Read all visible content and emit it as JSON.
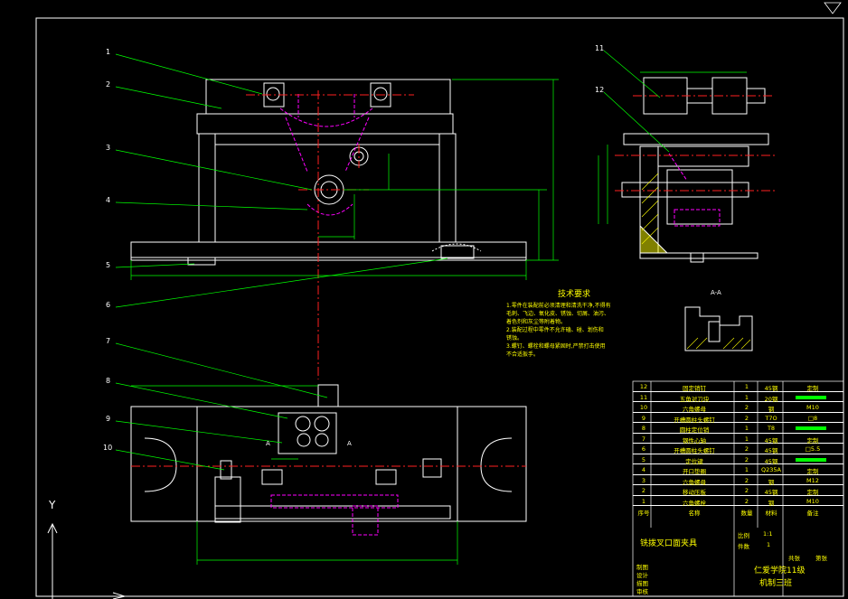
{
  "title_block": {
    "drawing_name": "铣拨叉口面夹具",
    "scale_label": "比例",
    "scale_value": "1:1",
    "quantity_label": "件数",
    "quantity_value": "1",
    "sheet_label": "共张",
    "sheet2_label": "第张",
    "school": "仁爱学院11级",
    "school2": "机制三班",
    "rows_left": [
      "制图",
      "设计",
      "描图",
      "审核"
    ],
    "part_table_header": [
      "序号",
      "名称",
      "数量",
      "材料",
      "备注"
    ]
  },
  "parts": [
    {
      "no": "12",
      "name": "固定销钉",
      "qty": "1",
      "mat": "45钢",
      "note": "定制"
    },
    {
      "no": "11",
      "name": "五角对刀块",
      "qty": "1",
      "mat": "20钢",
      "note": ""
    },
    {
      "no": "10",
      "name": "六角螺母",
      "qty": "2",
      "mat": "钢",
      "note": "M10"
    },
    {
      "no": "9",
      "name": "开槽圆柱头螺钉",
      "qty": "2",
      "mat": "T7O",
      "note": "□8"
    },
    {
      "no": "8",
      "name": "圆柱定位销",
      "qty": "1",
      "mat": "T8",
      "note": ""
    },
    {
      "no": "7",
      "name": "钢性心轴",
      "qty": "1",
      "mat": "45钢",
      "note": "定制"
    },
    {
      "no": "6",
      "name": "开槽圆柱头螺钉",
      "qty": "2",
      "mat": "45钢",
      "note": "□5.5"
    },
    {
      "no": "5",
      "name": "定位键",
      "qty": "2",
      "mat": "45钢",
      "note": ""
    },
    {
      "no": "4",
      "name": "开口垫圈",
      "qty": "1",
      "mat": "Q235A",
      "note": "定制"
    },
    {
      "no": "3",
      "name": "六角螺母",
      "qty": "2",
      "mat": "钢",
      "note": "M12"
    },
    {
      "no": "2",
      "name": "移动压板",
      "qty": "2",
      "mat": "45钢",
      "note": "定制"
    },
    {
      "no": "1",
      "name": "六角螺栓",
      "qty": "2",
      "mat": "钢",
      "note": "M10"
    }
  ],
  "tech_req": {
    "title": "技术要求",
    "lines": [
      "1.零件在装配前必须清理和清洗干净,不得有",
      "毛刺、飞边、氧化皮、锈蚀、切屑、油污、",
      "着色剂和灰尘等附着物。",
      "2.装配过程中零件不允许磕、碰、划伤和",
      "锈蚀。",
      "3.螺钉、螺栓和螺母紧固时,严禁打击使用",
      "不合适扳手。"
    ]
  },
  "balloons": [
    "1",
    "2",
    "3",
    "4",
    "5",
    "6",
    "7",
    "8",
    "9",
    "10",
    "11",
    "12"
  ],
  "section_label": "A-A",
  "view_label_a": "A",
  "axis_y": "Y",
  "colors": {
    "bg": "#000000",
    "outline": "#ffffff",
    "leader": "#00ff00",
    "center": "#ff2020",
    "hidden": "#ff00ff",
    "dim": "#ffff00"
  }
}
